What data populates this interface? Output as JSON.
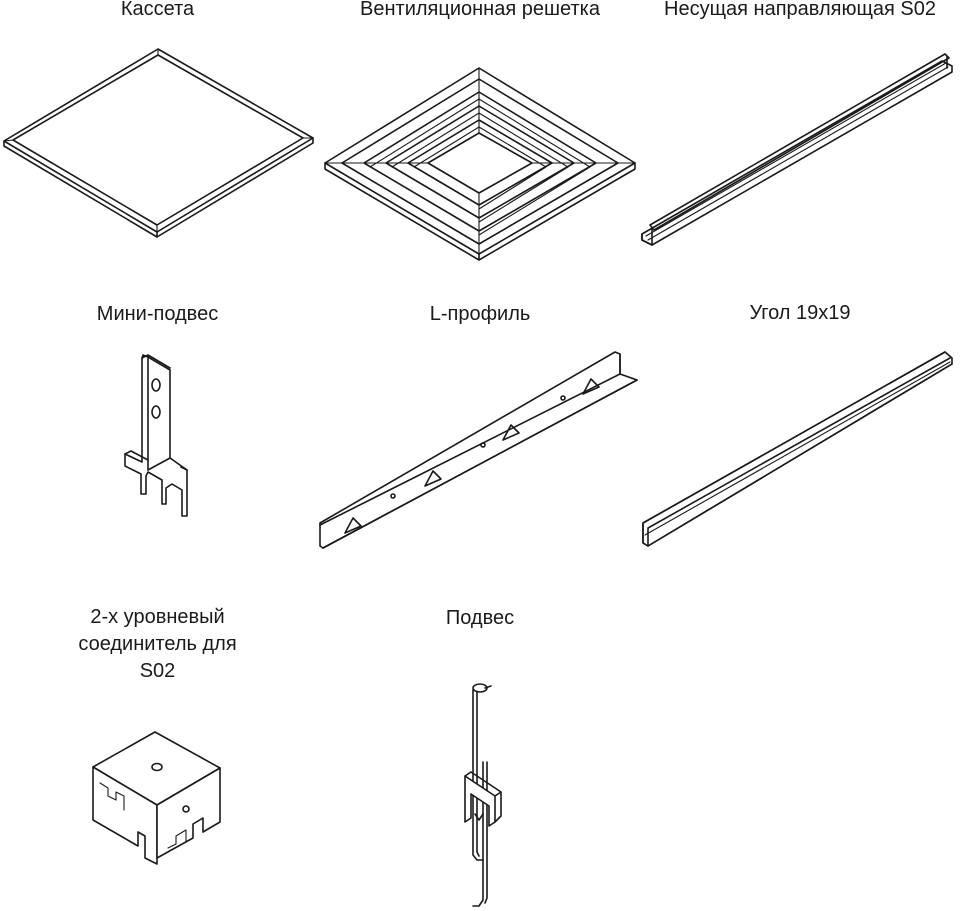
{
  "items": [
    {
      "label": "Кассета",
      "icon": "ceiling-cassette-icon"
    },
    {
      "label": "Вентиляционная решетка",
      "icon": "ventilation-grille-icon"
    },
    {
      "label": "Несущая направляющая S02",
      "icon": "main-runner-s02-icon"
    },
    {
      "label": "Мини-подвес",
      "icon": "mini-hanger-icon"
    },
    {
      "label": "L-профиль",
      "icon": "l-profile-icon"
    },
    {
      "label": "Угол 19x19",
      "icon": "angle-19x19-icon"
    },
    {
      "label": "2-х уровневый соединитель для S02",
      "icon": "two-level-connector-icon"
    },
    {
      "label": "Подвес",
      "icon": "rod-hanger-icon"
    }
  ]
}
